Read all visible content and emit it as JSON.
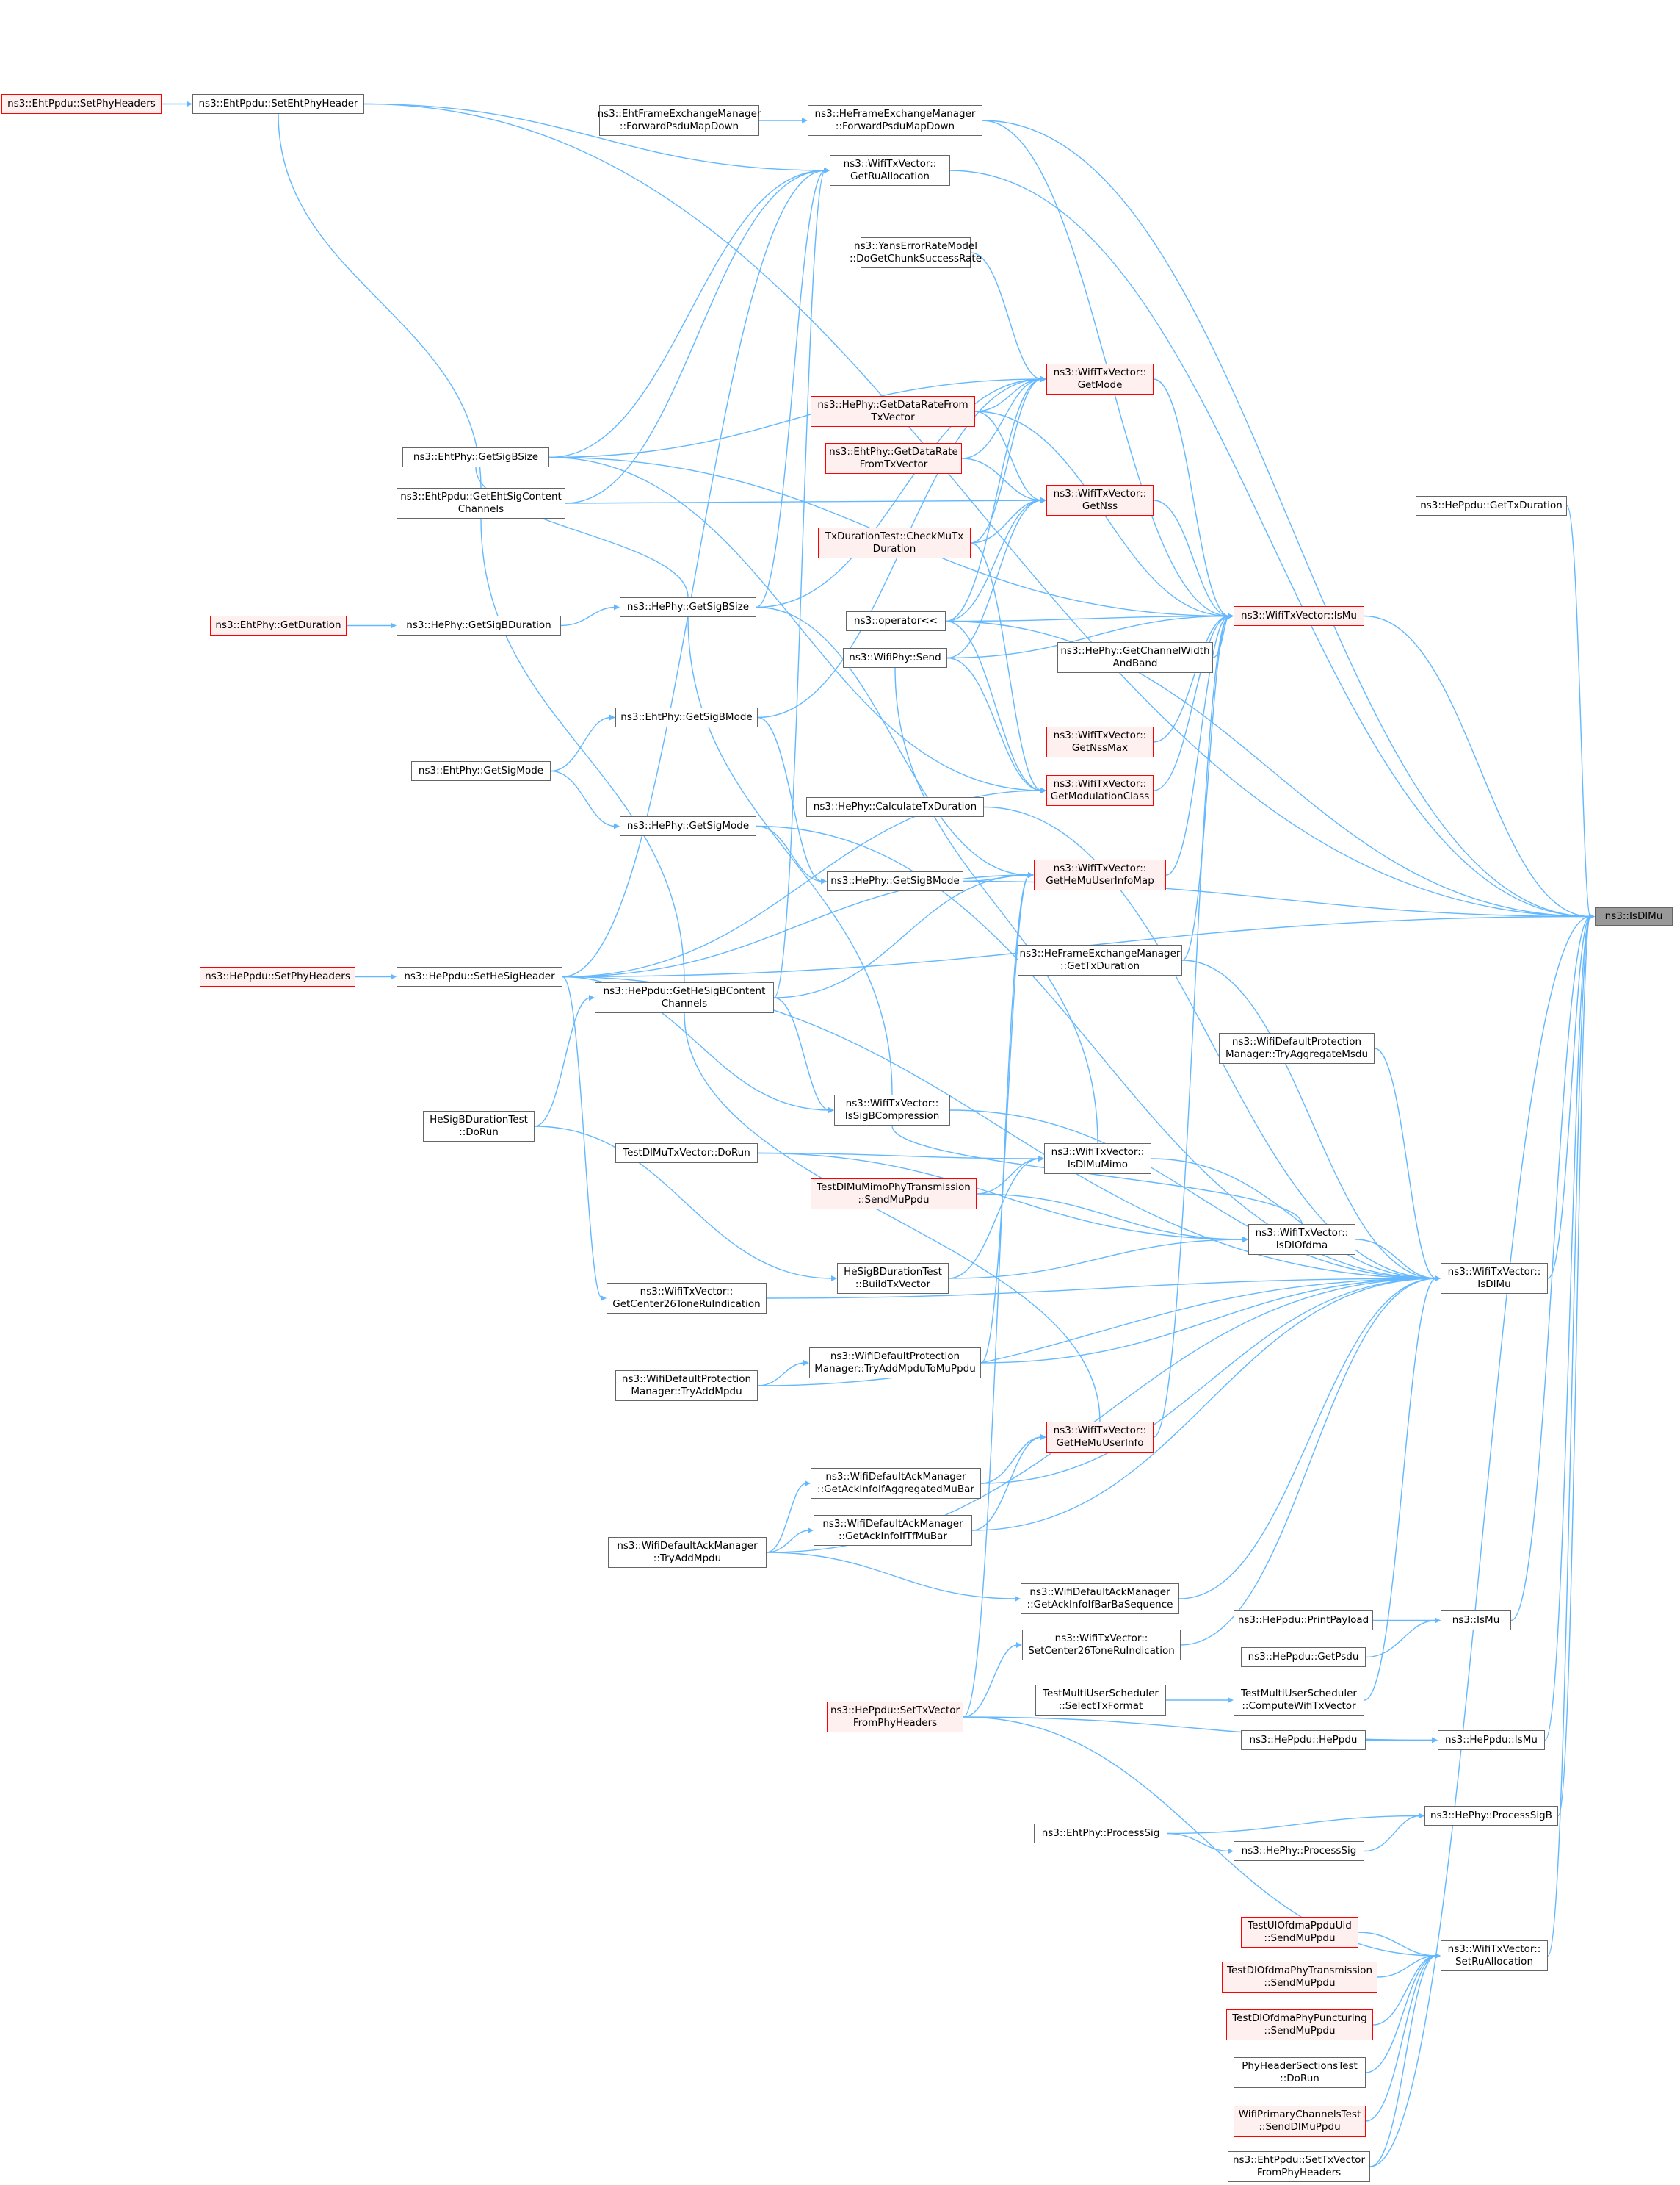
{
  "colors": {
    "edge": "#63b8ff",
    "node_border": "#666666",
    "red_border": "#ff0000",
    "red_fill": "#fff0f0",
    "root_fill": "#999999"
  },
  "nodes": [
    {
      "id": "isdlmu",
      "label": "ns3::IsDlMu",
      "variant": "root"
    },
    {
      "id": "eht_setphyhdr",
      "label": "ns3::EhtPpdu::SetPhyHeaders",
      "variant": "red"
    },
    {
      "id": "eht_setehtphyhdr",
      "label": "ns3::EhtPpdu::SetEhtPhyHeader",
      "variant": "normal"
    },
    {
      "id": "eht_fwd",
      "label": "ns3::EhtFrameExchangeManager\n::ForwardPsduMapDown",
      "variant": "normal"
    },
    {
      "id": "he_fwd",
      "label": "ns3::HeFrameExchangeManager\n::ForwardPsduMapDown",
      "variant": "normal"
    },
    {
      "id": "getrualloc",
      "label": "ns3::WifiTxVector::\nGetRuAllocation",
      "variant": "normal"
    },
    {
      "id": "yans",
      "label": "ns3::YansErrorRateModel\n::DoGetChunkSuccessRate",
      "variant": "normal"
    },
    {
      "id": "getmode",
      "label": "ns3::WifiTxVector::\nGetMode",
      "variant": "red"
    },
    {
      "id": "he_datarate",
      "label": "ns3::HePhy::GetDataRateFrom\nTxVector",
      "variant": "red"
    },
    {
      "id": "eht_datarate",
      "label": "ns3::EhtPhy::GetDataRate\nFromTxVector",
      "variant": "red"
    },
    {
      "id": "eht_sigbsize",
      "label": "ns3::EhtPhy::GetSigBSize",
      "variant": "normal"
    },
    {
      "id": "eht_sigcontent",
      "label": "ns3::EhtPpdu::GetEhtSigContent\nChannels",
      "variant": "normal"
    },
    {
      "id": "getnss",
      "label": "ns3::WifiTxVector::\nGetNss",
      "variant": "red"
    },
    {
      "id": "txdurtest",
      "label": "TxDurationTest::CheckMuTx\nDuration",
      "variant": "red"
    },
    {
      "id": "hepp_gettxdur",
      "label": "ns3::HePpdu::GetTxDuration",
      "variant": "normal"
    },
    {
      "id": "operator",
      "label": "ns3::operator<<",
      "variant": "normal"
    },
    {
      "id": "ismu",
      "label": "ns3::WifiTxVector::IsMu",
      "variant": "red"
    },
    {
      "id": "he_sigbsize",
      "label": "ns3::HePhy::GetSigBSize",
      "variant": "normal"
    },
    {
      "id": "eht_getduration",
      "label": "ns3::EhtPhy::GetDuration",
      "variant": "red"
    },
    {
      "id": "he_sigbduration",
      "label": "ns3::HePhy::GetSigBDuration",
      "variant": "normal"
    },
    {
      "id": "wifiphy_send",
      "label": "ns3::WifiPhy::Send",
      "variant": "normal"
    },
    {
      "id": "he_chanwidth",
      "label": "ns3::HePhy::GetChannelWidth\nAndBand",
      "variant": "normal"
    },
    {
      "id": "eht_sigbmode",
      "label": "ns3::EhtPhy::GetSigBMode",
      "variant": "normal"
    },
    {
      "id": "getnssmax",
      "label": "ns3::WifiTxVector::\nGetNssMax",
      "variant": "red"
    },
    {
      "id": "eht_sigmode",
      "label": "ns3::EhtPhy::GetSigMode",
      "variant": "normal"
    },
    {
      "id": "getmodclass",
      "label": "ns3::WifiTxVector::\nGetModulationClass",
      "variant": "red"
    },
    {
      "id": "he_calctxdur",
      "label": "ns3::HePhy::CalculateTxDuration",
      "variant": "normal"
    },
    {
      "id": "he_sigmode",
      "label": "ns3::HePhy::GetSigMode",
      "variant": "normal"
    },
    {
      "id": "getmuuserinfomap",
      "label": "ns3::WifiTxVector::\nGetHeMuUserInfoMap",
      "variant": "red"
    },
    {
      "id": "he_sigbmode",
      "label": "ns3::HePhy::GetSigBMode",
      "variant": "normal"
    },
    {
      "id": "hefem_txdur",
      "label": "ns3::HeFrameExchangeManager\n::GetTxDuration",
      "variant": "normal"
    },
    {
      "id": "hepp_setphyhdr",
      "label": "ns3::HePpdu::SetPhyHeaders",
      "variant": "red"
    },
    {
      "id": "hepp_sethesig",
      "label": "ns3::HePpdu::SetHeSigHeader",
      "variant": "normal"
    },
    {
      "id": "hepp_sigbcontent",
      "label": "ns3::HePpdu::GetHeSigBContent\nChannels",
      "variant": "normal"
    },
    {
      "id": "wdp_tryaggmsdu",
      "label": "ns3::WifiDefaultProtection\nManager::TryAggregateMsdu",
      "variant": "normal"
    },
    {
      "id": "hesigbdur_dorun",
      "label": "HeSigBDurationTest\n::DoRun",
      "variant": "normal"
    },
    {
      "id": "issigbcomp",
      "label": "ns3::WifiTxVector::\nIsSigBCompression",
      "variant": "normal"
    },
    {
      "id": "testdlmutx",
      "label": "TestDlMuTxVector::DoRun",
      "variant": "normal"
    },
    {
      "id": "isdlmumimo",
      "label": "ns3::WifiTxVector::\nIsDlMuMimo",
      "variant": "normal"
    },
    {
      "id": "testdlmumimo",
      "label": "TestDlMuMimoPhyTransmission\n::SendMuPpdu",
      "variant": "red"
    },
    {
      "id": "isdlofdma",
      "label": "ns3::WifiTxVector::\nIsDlOfdma",
      "variant": "normal"
    },
    {
      "id": "hesigb_build",
      "label": "HeSigBDurationTest\n::BuildTxVector",
      "variant": "normal"
    },
    {
      "id": "wtx_isdlmu",
      "label": "ns3::WifiTxVector::\nIsDlMu",
      "variant": "normal"
    },
    {
      "id": "getcenter26",
      "label": "ns3::WifiTxVector::\nGetCenter26ToneRuIndication",
      "variant": "normal"
    },
    {
      "id": "wdp_tryaddmputomu",
      "label": "ns3::WifiDefaultProtection\nManager::TryAddMpduToMuPpdu",
      "variant": "normal"
    },
    {
      "id": "wdp_tryaddmpdu",
      "label": "ns3::WifiDefaultProtection\nManager::TryAddMpdu",
      "variant": "normal"
    },
    {
      "id": "getmuuserinfo",
      "label": "ns3::WifiTxVector::\nGetHeMuUserInfo",
      "variant": "red"
    },
    {
      "id": "wdam_aggmubar",
      "label": "ns3::WifiDefaultAckManager\n::GetAckInfoIfAggregatedMuBar",
      "variant": "normal"
    },
    {
      "id": "wdam_tfmubar",
      "label": "ns3::WifiDefaultAckManager\n::GetAckInfoIfTfMuBar",
      "variant": "normal"
    },
    {
      "id": "wdam_tryaddmpdu",
      "label": "ns3::WifiDefaultAckManager\n::TryAddMpdu",
      "variant": "normal"
    },
    {
      "id": "wdam_barba",
      "label": "ns3::WifiDefaultAckManager\n::GetAckInfoIfBarBaSequence",
      "variant": "normal"
    },
    {
      "id": "hepp_printpayload",
      "label": "ns3::HePpdu::PrintPayload",
      "variant": "normal"
    },
    {
      "id": "ns3_ismu",
      "label": "ns3::IsMu",
      "variant": "normal"
    },
    {
      "id": "hepp_getpsdu",
      "label": "ns3::HePpdu::GetPsdu",
      "variant": "normal"
    },
    {
      "id": "setcenter26",
      "label": "ns3::WifiTxVector::\nSetCenter26ToneRuIndication",
      "variant": "normal"
    },
    {
      "id": "tmus_selecttx",
      "label": "TestMultiUserScheduler\n::SelectTxFormat",
      "variant": "normal"
    },
    {
      "id": "tmus_compute",
      "label": "TestMultiUserScheduler\n::ComputeWifiTxVector",
      "variant": "normal"
    },
    {
      "id": "hepp_settxvec",
      "label": "ns3::HePpdu::SetTxVector\nFromPhyHeaders",
      "variant": "red"
    },
    {
      "id": "hepp_heppdu",
      "label": "ns3::HePpdu::HePpdu",
      "variant": "normal"
    },
    {
      "id": "hepp_ismu",
      "label": "ns3::HePpdu::IsMu",
      "variant": "normal"
    },
    {
      "id": "he_processsigb",
      "label": "ns3::HePhy::ProcessSigB",
      "variant": "normal"
    },
    {
      "id": "eht_processsig",
      "label": "ns3::EhtPhy::ProcessSig",
      "variant": "normal"
    },
    {
      "id": "he_processsig",
      "label": "ns3::HePhy::ProcessSig",
      "variant": "normal"
    },
    {
      "id": "testul_ofdma",
      "label": "TestUlOfdmaPpduUid\n::SendMuPpdu",
      "variant": "red"
    },
    {
      "id": "setrualloc",
      "label": "ns3::WifiTxVector::\nSetRuAllocation",
      "variant": "normal"
    },
    {
      "id": "testdl_ofdma",
      "label": "TestDlOfdmaPhyTransmission\n::SendMuPpdu",
      "variant": "red"
    },
    {
      "id": "testdl_punct",
      "label": "TestDlOfdmaPhyPuncturing\n::SendMuPpdu",
      "variant": "red"
    },
    {
      "id": "phyhdr_dorun",
      "label": "PhyHeaderSectionsTest\n::DoRun",
      "variant": "normal"
    },
    {
      "id": "wifiprim",
      "label": "WifiPrimaryChannelsTest\n::SendDlMuPpdu",
      "variant": "red"
    },
    {
      "id": "eht_settxvec",
      "label": "ns3::EhtPpdu::SetTxVector\nFromPhyHeaders",
      "variant": "normal"
    }
  ]
}
